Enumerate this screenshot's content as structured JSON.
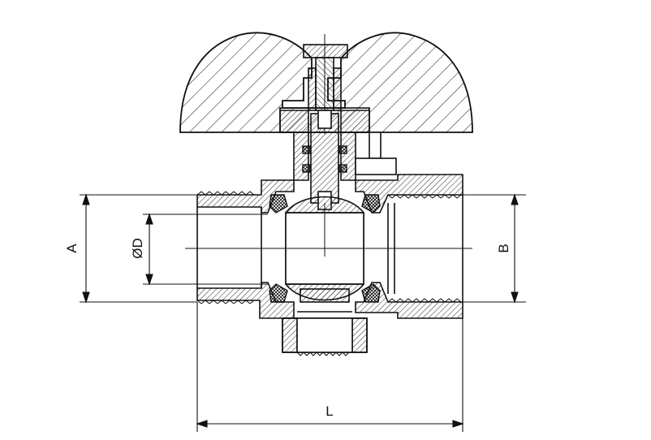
{
  "diagram": {
    "dimensions": {
      "A": "A",
      "D": "ØD",
      "B": "B",
      "L": "L"
    },
    "colors": {
      "line": "#111111",
      "background": "#ffffff",
      "hatch": "#111111"
    }
  }
}
